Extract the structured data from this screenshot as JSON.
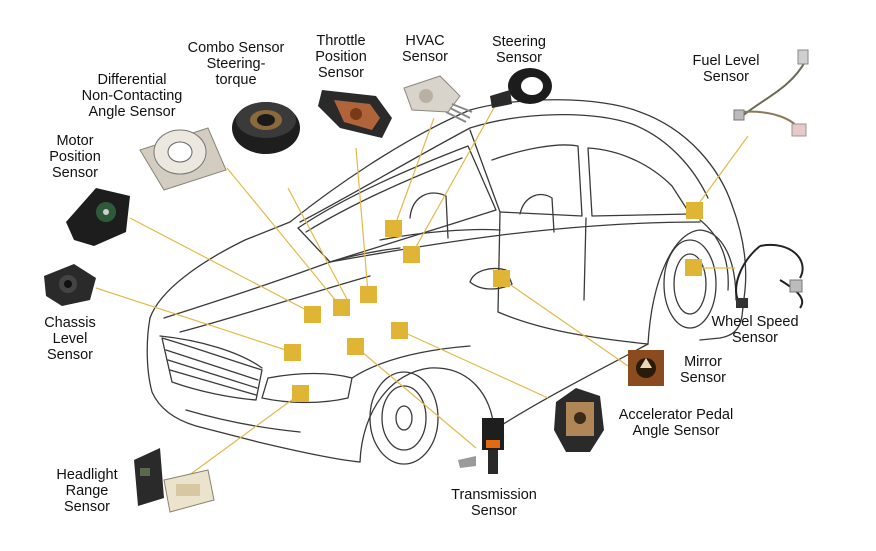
{
  "accent_color": "#e0b434",
  "line_color": "#e2b94a",
  "sensors": [
    {
      "id": "combo",
      "label": "Combo Sensor\nSteering-\ntorque",
      "icon": "combo-sensor-icon"
    },
    {
      "id": "throttle",
      "label": "Throttle\nPosition\nSensor",
      "icon": "throttle-sensor-icon"
    },
    {
      "id": "hvac",
      "label": "HVAC\nSensor",
      "icon": "hvac-sensor-icon"
    },
    {
      "id": "steering",
      "label": "Steering\nSensor",
      "icon": "steering-sensor-icon"
    },
    {
      "id": "fuel",
      "label": "Fuel Level\nSensor",
      "icon": "fuel-level-sensor-icon"
    },
    {
      "id": "differential",
      "label": "Differential\nNon-Contacting\nAngle Sensor",
      "icon": "angle-sensor-icon"
    },
    {
      "id": "motor",
      "label": "Motor\nPosition\nSensor",
      "icon": "motor-sensor-icon"
    },
    {
      "id": "chassis",
      "label": "Chassis\nLevel\nSensor",
      "icon": "chassis-sensor-icon"
    },
    {
      "id": "wheel",
      "label": "Wheel Speed\nSensor",
      "icon": "wheel-speed-sensor-icon"
    },
    {
      "id": "mirror",
      "label": "Mirror\nSensor",
      "icon": "mirror-sensor-icon"
    },
    {
      "id": "accelerator",
      "label": "Accelerator Pedal\nAngle Sensor",
      "icon": "accelerator-sensor-icon"
    },
    {
      "id": "transmission",
      "label": "Transmission\nSensor",
      "icon": "transmission-sensor-icon"
    },
    {
      "id": "headlight",
      "label": "Headlight\nRange\nSensor",
      "icon": "headlight-sensor-icon"
    }
  ]
}
